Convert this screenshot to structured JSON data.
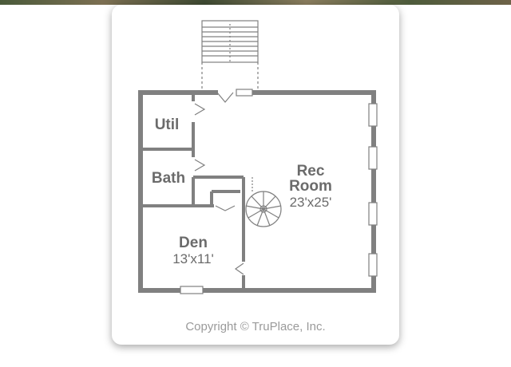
{
  "plan": {
    "rooms": {
      "util": {
        "name": "Util"
      },
      "bath": {
        "name": "Bath"
      },
      "rec": {
        "name_line1": "Rec",
        "name_line2": "Room",
        "dims": "23'x25'"
      },
      "den": {
        "name": "Den",
        "dims": "13'x11'"
      }
    },
    "colors": {
      "wall": "#808080",
      "text": "#6b6b6b",
      "copyright": "#9a9a9a"
    }
  },
  "footer": {
    "copyright": "Copyright © TruPlace, Inc."
  }
}
